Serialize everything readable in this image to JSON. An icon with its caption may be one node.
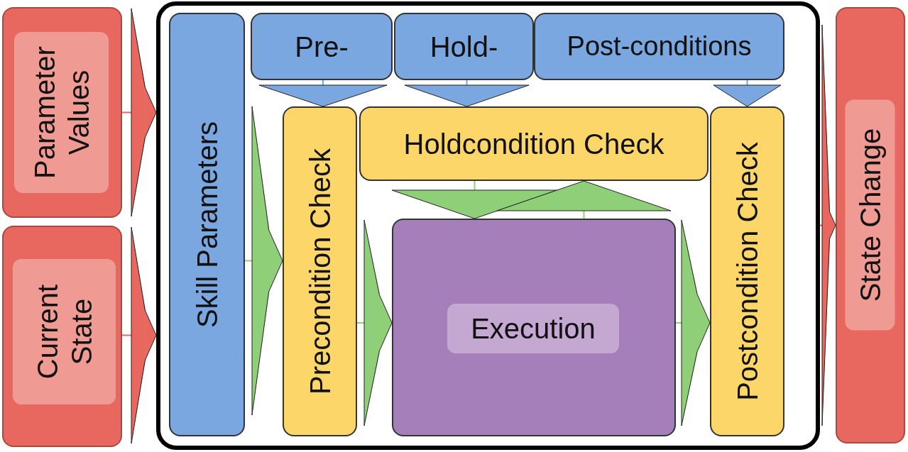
{
  "diagram": {
    "nodes": [
      {
        "text": [
          "Parameter Values"
        ]
      },
      {
        "text": [
          "Current State"
        ]
      },
      {
        "text": [],
        "shape": "box"
      },
      {
        "text": [
          "Skill Parameters"
        ],
        "in": 2
      },
      {
        "text": [
          "Pre-"
        ],
        "in": 2
      },
      {
        "text": [
          "Hold-"
        ],
        "in": 2
      },
      {
        "text": [
          "Post-conditions"
        ],
        "in": 2
      },
      {
        "text": [
          "Precondition Check"
        ],
        "in": 2
      },
      {
        "text": [
          "Holdcondition Check"
        ],
        "in": 2
      },
      {
        "text": [
          "Postcondition Check"
        ],
        "in": 2
      },
      {
        "text": [
          "Execution"
        ],
        "in": 2
      },
      {
        "text": [
          "State Change"
        ]
      }
    ],
    "edges": [
      {
        "from": 0,
        "to": 2,
        "arrow": "to",
        "color": "#e8685f"
      },
      {
        "from": 1,
        "to": 2,
        "arrow": "to",
        "color": "#e8685f"
      },
      {
        "from": 2,
        "to": 11,
        "arrow": "to",
        "color": "#e8685f"
      },
      {
        "from": 4,
        "to": 7,
        "arrow": "to",
        "color": "#7ba7e0"
      },
      {
        "from": 5,
        "to": 8,
        "arrow": "to",
        "color": "#7ba7e0"
      },
      {
        "from": 6,
        "to": 9,
        "arrow": "to",
        "color": "#7ba7e0"
      },
      {
        "from": 3,
        "to": 7,
        "arrow": "to"
      },
      {
        "from": 7,
        "to": 10,
        "arrow": "to"
      },
      {
        "from": 10,
        "to": 9,
        "arrow": "to"
      },
      {
        "from": 8,
        "to": 10,
        "arrow": "to"
      },
      {
        "from": 10,
        "to": 8,
        "arrow": "to"
      }
    ]
  }
}
